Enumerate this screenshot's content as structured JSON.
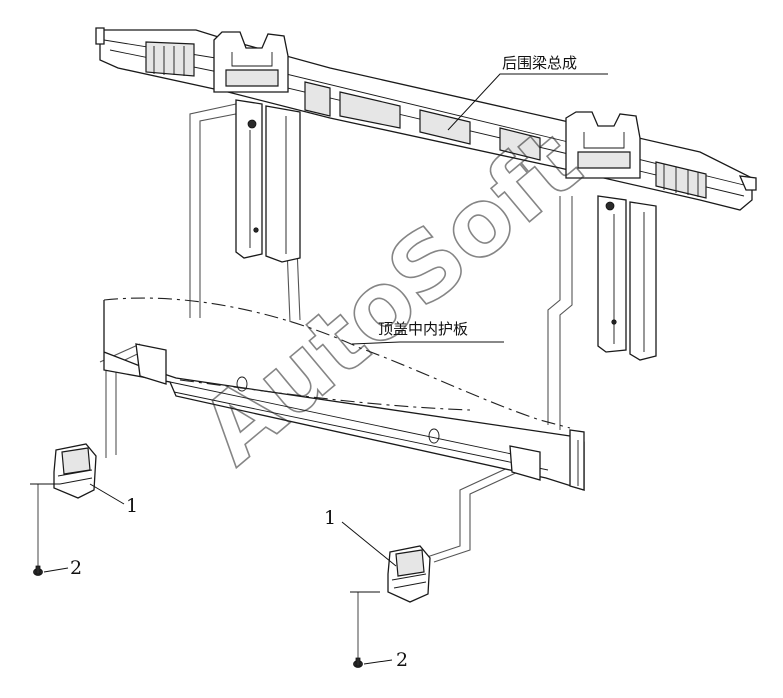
{
  "labels": {
    "rear_beam_assembly": "后围梁总成",
    "roof_center_trim": "顶盖中内护板",
    "bracket_left": "1",
    "bracket_right": "1",
    "screw_left": "2",
    "screw_right": "2"
  },
  "watermark": "AutoSoft",
  "colors": {
    "line": "#1a1a1a",
    "background": "#ffffff"
  }
}
